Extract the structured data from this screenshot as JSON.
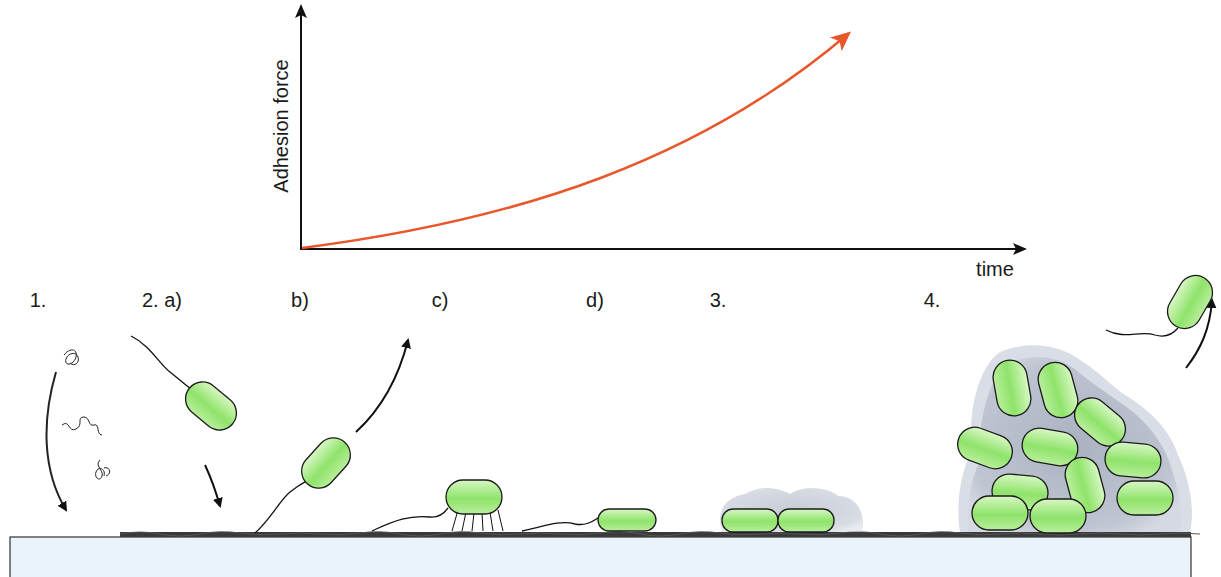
{
  "diagram": {
    "labels": [
      "Adhesion force",
      "time",
      "1.",
      "2. a)",
      "b)",
      "c)",
      "d)",
      "3.",
      "4."
    ]
  }
}
